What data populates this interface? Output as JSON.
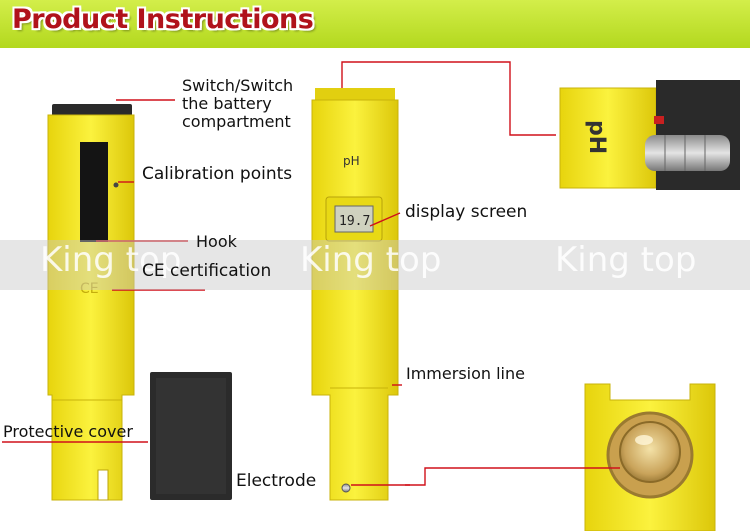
{
  "header": {
    "title": "Product Instructions"
  },
  "watermark": {
    "text": "King top"
  },
  "device": {
    "ph_mark": "pH",
    "lcd_reading": "19.7",
    "ce_mark": "CE"
  },
  "photo": {
    "battery_ph_mark": "pH"
  },
  "labels": {
    "switch_line1": "Switch/Switch",
    "switch_line2": "the battery",
    "switch_line3": "compartment",
    "calibration": "Calibration points",
    "hook": "Hook",
    "ce": "CE certification",
    "protective_cover": "Protective cover",
    "display_screen": "display screen",
    "immersion_line": "Immersion line",
    "electrode": "Electrode"
  },
  "colors": {
    "leader": "#d0101a",
    "body": "#f2e61c",
    "header": "#c3e233",
    "title": "#b0121b"
  }
}
